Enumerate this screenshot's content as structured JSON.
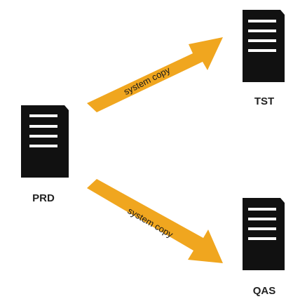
{
  "nodes": {
    "prd": {
      "label": "PRD"
    },
    "tst": {
      "label": "TST"
    },
    "qas": {
      "label": "QAS"
    }
  },
  "edges": [
    {
      "from": "PRD",
      "to": "TST",
      "label": "system copy"
    },
    {
      "from": "PRD",
      "to": "QAS",
      "label": "system copy"
    }
  ],
  "colors": {
    "arrow": "#F0A61F",
    "server": "#111111",
    "server_lines": "#ffffff"
  }
}
